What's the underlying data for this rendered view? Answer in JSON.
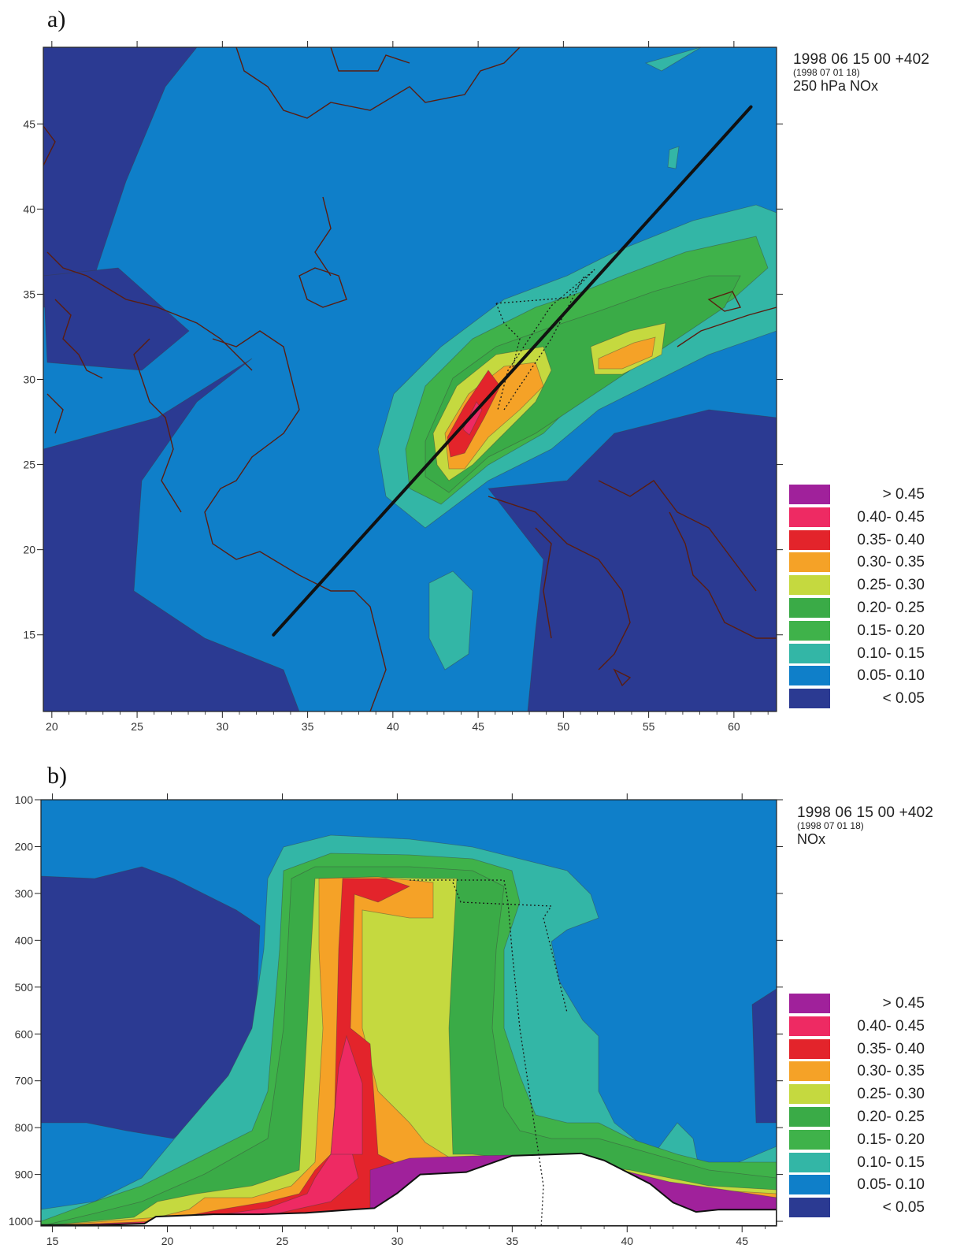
{
  "colors": {
    "c0": "#2b3a92",
    "c1": "#0f7fc9",
    "c2": "#33b6a6",
    "c3": "#3aab47",
    "c4": "#3fb24a",
    "c5": "#c5d93f",
    "c6": "#f5a227",
    "c7": "#e3242b",
    "c8": "#ee2a63",
    "c9": "#a0219b"
  },
  "panel_a": {
    "label": "a)",
    "header_line1": "1998 06 15 00 +402",
    "header_line2": "(1998 07 01 18)",
    "header_line3": "250 hPa  NOx",
    "legend": [
      {
        "label": ">  0.45",
        "color": "#a0219b"
      },
      {
        "label": "0.40- 0.45",
        "color": "#ee2a63"
      },
      {
        "label": "0.35- 0.40",
        "color": "#e3242b"
      },
      {
        "label": "0.30- 0.35",
        "color": "#f5a227"
      },
      {
        "label": "0.25- 0.30",
        "color": "#c5d93f"
      },
      {
        "label": "0.20- 0.25",
        "color": "#3aab47"
      },
      {
        "label": "0.15- 0.20",
        "color": "#3fb24a"
      },
      {
        "label": "0.10- 0.15",
        "color": "#33b6a6"
      },
      {
        "label": "0.05- 0.10",
        "color": "#0f7fc9"
      },
      {
        "label": "<  0.05",
        "color": "#2b3a92"
      }
    ]
  },
  "panel_b": {
    "label": "b)",
    "header_line1": "1998 06 15 00 +402",
    "header_line2": "(1998 07 01 18)",
    "header_line3": "NOx",
    "legend": [
      {
        "label": ">  0.45",
        "color": "#a0219b"
      },
      {
        "label": "0.40- 0.45",
        "color": "#ee2a63"
      },
      {
        "label": "0.35- 0.40",
        "color": "#e3242b"
      },
      {
        "label": "0.30- 0.35",
        "color": "#f5a227"
      },
      {
        "label": "0.25- 0.30",
        "color": "#c5d93f"
      },
      {
        "label": "0.20- 0.25",
        "color": "#3aab47"
      },
      {
        "label": "0.15- 0.20",
        "color": "#3fb24a"
      },
      {
        "label": "0.10- 0.15",
        "color": "#33b6a6"
      },
      {
        "label": "0.05- 0.10",
        "color": "#0f7fc9"
      },
      {
        "label": "<  0.05",
        "color": "#2b3a92"
      }
    ]
  },
  "chart_data": [
    {
      "type": "heatmap",
      "title": "",
      "xlabel": "",
      "ylabel": "",
      "x_ticks": [
        20,
        25,
        30,
        35,
        40,
        45,
        50,
        55,
        60
      ],
      "y_ticks": [
        15,
        20,
        25,
        30,
        35,
        40,
        45
      ],
      "xlim": [
        19.5,
        62.5
      ],
      "ylim": [
        10.5,
        49.5
      ],
      "grid": false,
      "legend_position": "right",
      "contour_levels": [
        "<  0.05",
        "0.05- 0.10",
        "0.10- 0.15",
        "0.15- 0.20",
        "0.20- 0.25",
        "0.25- 0.30",
        "0.30- 0.35",
        "0.35- 0.40",
        "0.40- 0.45",
        ">  0.45"
      ],
      "cross_section_line": {
        "x": [
          33,
          61
        ],
        "y": [
          15,
          46
        ]
      }
    },
    {
      "type": "heatmap",
      "title": "",
      "xlabel": "",
      "ylabel": "",
      "x_ticks": [
        15,
        20,
        25,
        30,
        35,
        40,
        45
      ],
      "y_ticks": [
        100,
        200,
        300,
        400,
        500,
        600,
        700,
        800,
        900,
        1000
      ],
      "xlim": [
        14.5,
        46.5
      ],
      "ylim": [
        1010,
        100
      ],
      "y_inverted": true,
      "grid": false,
      "legend_position": "right",
      "contour_levels": [
        "<  0.05",
        "0.05- 0.10",
        "0.10- 0.15",
        "0.15- 0.20",
        "0.20- 0.25",
        "0.25- 0.30",
        "0.30- 0.35",
        "0.35- 0.40",
        "0.40- 0.45",
        ">  0.45"
      ],
      "surface_pressure": {
        "x": [
          14.5,
          17,
          19,
          19.5,
          22,
          24,
          26,
          28,
          29,
          30,
          31,
          33,
          35,
          38,
          39,
          41,
          42,
          43,
          44,
          46.5
        ],
        "y": [
          1008,
          1008,
          1005,
          990,
          985,
          985,
          982,
          975,
          972,
          940,
          900,
          895,
          860,
          855,
          870,
          920,
          960,
          980,
          975,
          975
        ]
      }
    }
  ]
}
